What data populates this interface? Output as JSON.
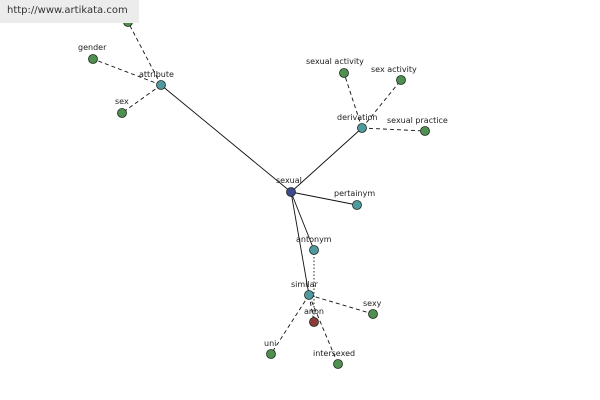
{
  "source_link": "http://www.artikata.com",
  "colors": {
    "center": "#3d4a8c",
    "relation": "#4e9aa0",
    "leaf": "#4f8f4f",
    "anon": "#8c3a3a"
  },
  "graph": {
    "center": "sexual",
    "relations": {
      "attribute": "attribute",
      "derivation": "derivation",
      "pertainym": "pertainym",
      "antonym": "antonym",
      "similar": "similar"
    },
    "attribute_terms": [
      "gender",
      "sex"
    ],
    "derivation_terms": [
      "sexual activity",
      "sex activity",
      "sexual practice"
    ],
    "similar_terms": [
      "sexy",
      "anon",
      "uni",
      "intersexed"
    ]
  }
}
